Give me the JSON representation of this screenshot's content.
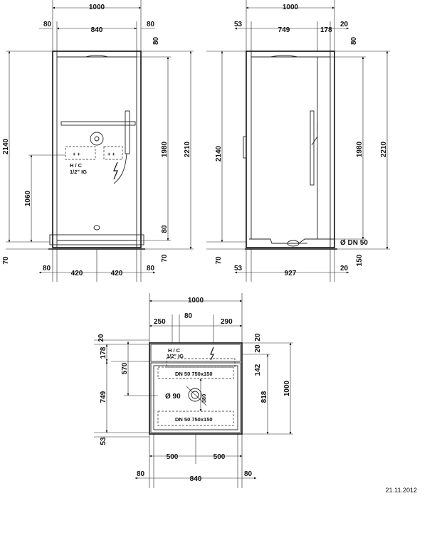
{
  "front_view": {
    "top": [
      "1000",
      "80",
      "840",
      "80",
      "80"
    ],
    "left": [
      "2140",
      "1060",
      "70"
    ],
    "right": [
      "1980",
      "2210",
      "80",
      "70"
    ],
    "bottom": [
      "80",
      "420",
      "420",
      "80"
    ],
    "hc_label": "H / C",
    "ig_label": "1/2\" IG"
  },
  "side_view": {
    "top": [
      "1000",
      "53",
      "749",
      "178",
      "20",
      "80"
    ],
    "left": [
      "2140",
      "70"
    ],
    "right": [
      "1980",
      "2210",
      "150"
    ],
    "bottom": [
      "53",
      "927",
      "20"
    ],
    "dn_label": "Ø DN 50"
  },
  "plan_view": {
    "top": [
      "1000",
      "250",
      "80",
      "290",
      "20",
      "20"
    ],
    "left": [
      "178",
      "570",
      "749",
      "53"
    ],
    "right": [
      "20",
      "142",
      "818",
      "1000",
      "380"
    ],
    "bottom": [
      "500",
      "500",
      "80",
      "840",
      "80"
    ],
    "hc_label": "H / C",
    "ig_label": "1/2\" IG",
    "dn_top": "DN 50    750x150",
    "dn_bottom": "DN 50    750x150",
    "drain": "Ø 90"
  },
  "date": "21.11.2012"
}
